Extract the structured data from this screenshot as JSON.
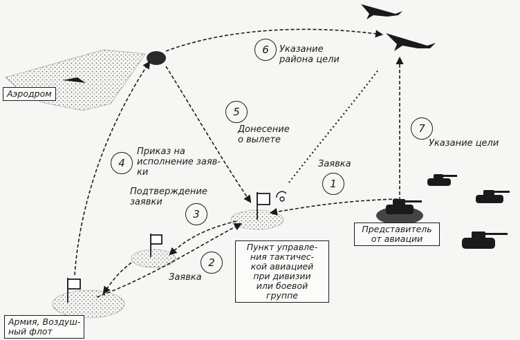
{
  "nodes": {
    "airfield": "Аэродром",
    "army_hq": "Армия, Воздуш-\nный флот",
    "control_post": "Пункт управле-\nния тактичес-\nкой авиацией\nпри дивизии\nили боевой группе",
    "air_representative": "Представитель\nот авиации"
  },
  "steps": [
    {
      "num": "1",
      "label": "Заявка"
    },
    {
      "num": "2",
      "label": "Заявка"
    },
    {
      "num": "3",
      "label": "Подтверждение\nзаявки"
    },
    {
      "num": "4",
      "label": "Приказ на\nисполнение заяв-\nки"
    },
    {
      "num": "5",
      "label": "Донесение\nо вылете"
    },
    {
      "num": "6",
      "label": "Указание\nрайона цели"
    },
    {
      "num": "7",
      "label": "Указание цели"
    }
  ],
  "colors": {
    "ink": "#1a1a1a",
    "stipple": "#6b6b6b",
    "paper": "#f6f6f4"
  },
  "icons": [
    "flag-icon",
    "aircraft-icon",
    "tank-icon",
    "radar-icon"
  ]
}
